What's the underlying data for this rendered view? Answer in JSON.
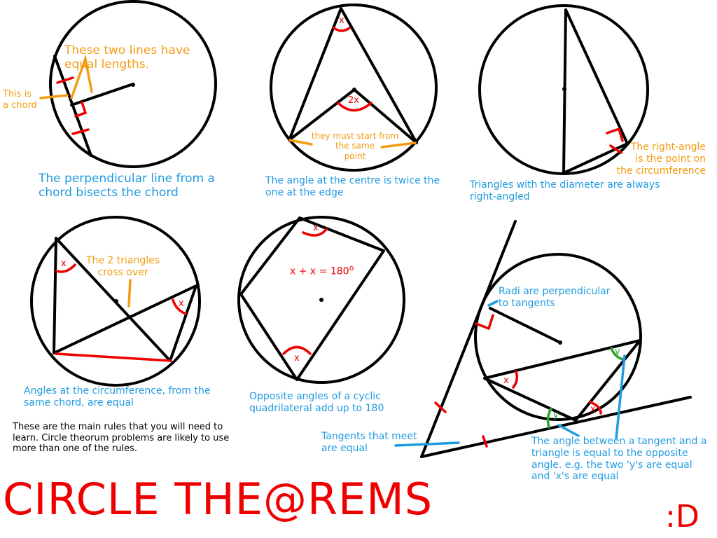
{
  "colors": {
    "ink": "#000000",
    "red": "#ee0000",
    "orange": "#f39c12",
    "blue": "#1f9be0",
    "green": "#2aa32a"
  },
  "diagram1": {
    "note_equal": "These two lines have equal lengths.",
    "note_chord": "This is\na chord",
    "caption": "The perpendicular line from a chord bisects the chord"
  },
  "diagram2": {
    "angle_top": "x",
    "angle_centre": "2x",
    "note_start": "they must start from\nthe same\npoint",
    "caption": "The angle at the centre is twice the one at the edge"
  },
  "diagram3": {
    "note_right_angle": "The right-angle\nis the point on\nthe circumference",
    "caption": "Triangles with the diameter are always right-angled"
  },
  "diagram4": {
    "angle_left": "x",
    "angle_right": "x",
    "note_cross": "The 2 triangles\ncross over",
    "caption": "Angles at the circumference, from the same chord, are equal"
  },
  "diagram5": {
    "angle_top": "x",
    "angle_bottom": "x",
    "equation": "x + x = 180",
    "equation_sup": "o",
    "caption": "Opposite angles of a cyclic quadrilateral add up to 180"
  },
  "diagram6": {
    "angle_x1": "x",
    "angle_x2": "x",
    "angle_y1": "y",
    "angle_y2": "y",
    "note_radii": "Radi are perpendicular\nto tangents",
    "note_tangents": "Tangents that meet\nare equal",
    "note_alternate": "The angle between a tangent and a triangle is equal to the opposite angle. e.g. the two 'y's are equal and 'x's are equal"
  },
  "intro_text": "These are the main rules that you will need to learn. Circle theorum problems are likely to use more than one of the rules.",
  "title": "CIRCLE THE@REMS",
  "smiley": ":D"
}
